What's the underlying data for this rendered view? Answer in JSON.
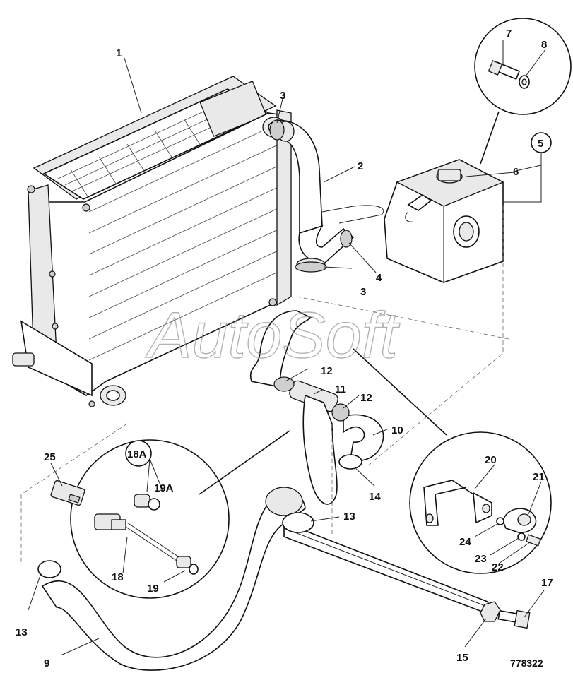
{
  "callouts": [
    {
      "id": "c1",
      "text": "1"
    },
    {
      "id": "c2",
      "text": "2"
    },
    {
      "id": "c3a",
      "text": "3"
    },
    {
      "id": "c3b",
      "text": "3"
    },
    {
      "id": "c4",
      "text": "4"
    },
    {
      "id": "c5",
      "text": "5"
    },
    {
      "id": "c6",
      "text": "6"
    },
    {
      "id": "c7",
      "text": "7"
    },
    {
      "id": "c8",
      "text": "8"
    },
    {
      "id": "c9",
      "text": "9"
    },
    {
      "id": "c10",
      "text": "10"
    },
    {
      "id": "c11",
      "text": "11"
    },
    {
      "id": "c12a",
      "text": "12"
    },
    {
      "id": "c12b",
      "text": "12"
    },
    {
      "id": "c13a",
      "text": "13"
    },
    {
      "id": "c13b",
      "text": "13"
    },
    {
      "id": "c14",
      "text": "14"
    },
    {
      "id": "c15",
      "text": "15"
    },
    {
      "id": "c17",
      "text": "17"
    },
    {
      "id": "c18",
      "text": "18"
    },
    {
      "id": "c18a",
      "text": "18A"
    },
    {
      "id": "c19",
      "text": "19"
    },
    {
      "id": "c19a",
      "text": "19A"
    },
    {
      "id": "c20",
      "text": "20"
    },
    {
      "id": "c21",
      "text": "21"
    },
    {
      "id": "c22",
      "text": "22"
    },
    {
      "id": "c23",
      "text": "23"
    },
    {
      "id": "c24",
      "text": "24"
    },
    {
      "id": "c25",
      "text": "25"
    }
  ],
  "drawing_number": "778322",
  "watermark": "AutoSoft"
}
